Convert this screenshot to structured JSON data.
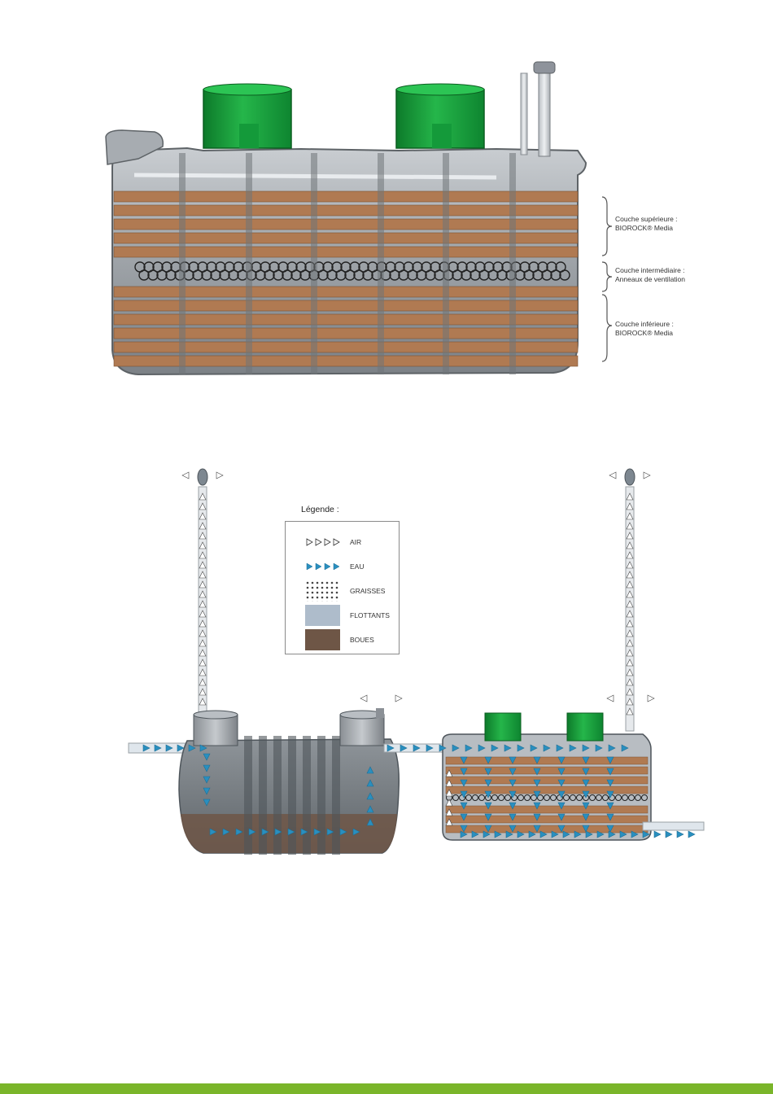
{
  "colors": {
    "tank_gray": "#9ea3a8",
    "riser_green": "#17a03a",
    "media_wood": "#b07a52",
    "water_arrow": "#2a8fbf",
    "air_arrow": "#ffffff",
    "floating_blue": "#aebccb",
    "sludge_brown": "#6e5646",
    "brand_green": "#7ab52a"
  },
  "layers": {
    "upper": {
      "line1": "Couche supérieure :",
      "line2": "BIOROCK® Media"
    },
    "middle": {
      "line1": "Couche intermédiaire :",
      "line2": "Anneaux de ventilation"
    },
    "lower": {
      "line1": "Couche inférieure :",
      "line2": "BIOROCK® Media"
    }
  },
  "legend": {
    "title": "Légende :",
    "items": [
      {
        "label": "AIR",
        "icon": "white-triangle-arrows"
      },
      {
        "label": "EAU",
        "icon": "blue-triangle-arrows"
      },
      {
        "label": "GRAISSES",
        "icon": "dot-pattern"
      },
      {
        "label": "FLOTTANTS",
        "icon": "light-blue-block"
      },
      {
        "label": "BOUES",
        "icon": "brown-block"
      }
    ]
  }
}
